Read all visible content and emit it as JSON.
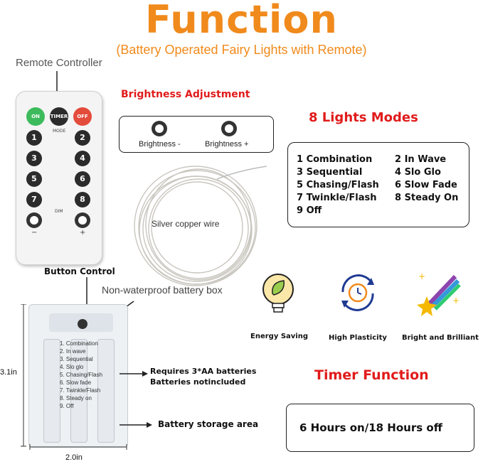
{
  "header": {
    "title": "Function",
    "subtitle": "(Battery Operated Fairy Lights with Remote)"
  },
  "remote": {
    "label": "Remote Controller",
    "top_buttons": [
      "ON",
      "TIMER",
      "OFF"
    ],
    "mode_label": "MODE",
    "number_buttons": [
      "1",
      "2",
      "3",
      "4",
      "5",
      "6",
      "7",
      "8"
    ],
    "dim_label": "DIM",
    "minus": "−",
    "plus": "+",
    "caption": "Button Control"
  },
  "brightness": {
    "heading": "Brightness Adjustment",
    "minus_label": "Brightness -",
    "plus_label": "Brightness +"
  },
  "wire": {
    "label": "Silver copper wire"
  },
  "modes": {
    "heading": "8 Lights Modes",
    "items": [
      "1 Combination",
      "2 In Wave",
      "3 Sequential",
      "4 Slo Glo",
      "5 Chasing/Flash",
      "6 Slow Fade",
      "7 Twinkle/Flash",
      "8 Steady On",
      "9 Off"
    ]
  },
  "battery": {
    "box_label": "Non-waterproof battery box",
    "list": [
      "1. Combination",
      "2. In wave",
      "3. Sequential",
      "4. Slo glo",
      "5. Chasing/Flash",
      "6. Slow fade",
      "7. Twinkle/Flash",
      "8. Steady on",
      "9. Off"
    ],
    "height_label": "3.1in",
    "width_label": "2.0in",
    "requires_line1": "Requires 3*AA batteries",
    "requires_line2": "Batteries notincluded",
    "storage_label": "Battery storage area"
  },
  "features": [
    {
      "label": "Energy Saving",
      "icon": "lightbulb-leaf-icon"
    },
    {
      "label": "High Plasticity",
      "icon": "clock-cycle-icon"
    },
    {
      "label": "Bright and Brilliant",
      "icon": "shooting-star-icon"
    }
  ],
  "timer": {
    "heading": "Timer Function",
    "text": "6 Hours on/18 Hours off"
  },
  "colors": {
    "title_orange": "#f08a1c",
    "heading_red": "#e11b1b",
    "remote_on_green": "#3dbb5c",
    "remote_timer_dark": "#2b2b2b",
    "remote_off_red": "#e34b3b"
  }
}
